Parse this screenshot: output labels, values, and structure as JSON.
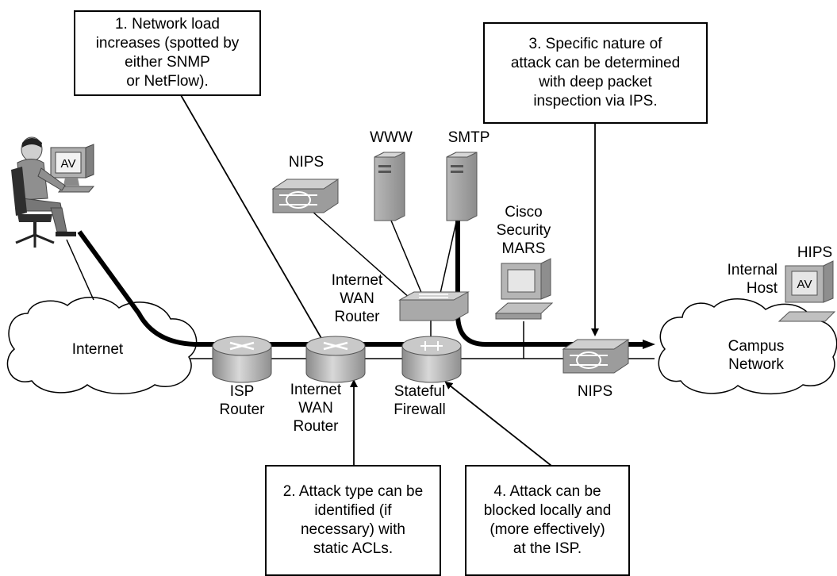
{
  "callouts": {
    "c1": "1. Network load\nincreases (spotted by\neither SNMP\nor NetFlow).",
    "c2": "2. Attack type can be\nidentified (if\nnecessary) with\nstatic ACLs.",
    "c3": "3. Specific nature of\nattack can be determined\nwith deep packet\ninspection via IPS.",
    "c4": "4. Attack can be\nblocked locally and\n(more effectively)\nat the ISP."
  },
  "labels": {
    "internet": "Internet",
    "campus_network": "Campus\nNetwork",
    "isp_router": "ISP\nRouter",
    "wan_router_bottom": "Internet\nWAN\nRouter",
    "wan_router_top": "Internet\nWAN\nRouter",
    "stateful_firewall": "Stateful\nFirewall",
    "nips_top": "NIPS",
    "nips_bottom": "NIPS",
    "www": "WWW",
    "smtp": "SMTP",
    "mars": "Cisco\nSecurity\nMARS",
    "hips": "HIPS",
    "internal_host": "Internal\nHost",
    "av_attacker": "AV",
    "av_host": "AV"
  },
  "colors": {
    "device_gray": "#a6a6a6",
    "device_dark": "#7a7a7a",
    "device_light": "#d4d4d4",
    "line": "#000000"
  }
}
